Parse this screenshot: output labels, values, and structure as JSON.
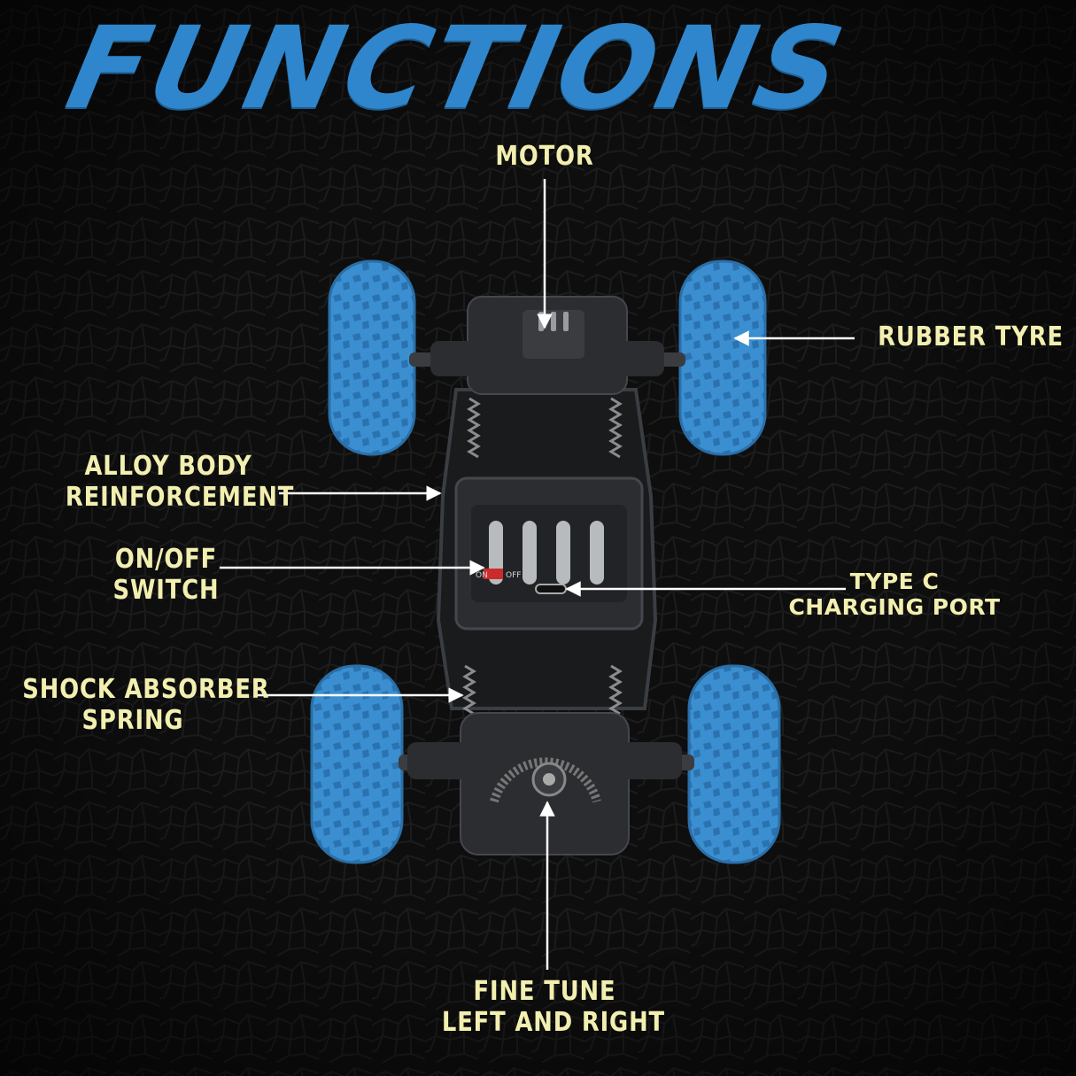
{
  "title": "Functions",
  "labels": {
    "motor": "MOTOR",
    "rubber_tyre": "RUBBER TYRE",
    "alloy_body": [
      "ALLOY BODY",
      "REINFORCEMENT"
    ],
    "on_off": [
      "ON/OFF",
      "SWITCH"
    ],
    "type_c": [
      "TYPE C",
      "CHARGING PORT"
    ],
    "shock_absorber": [
      "SHOCK ABSORBER",
      "SPRING"
    ],
    "fine_tune": [
      "FINE TUNE",
      "LEFT AND RIGHT"
    ]
  },
  "switch_marks": {
    "on": "ON",
    "off": "OFF"
  },
  "colors": {
    "background": "#0d0d0d",
    "title": "#2f86cc",
    "label": "#f2efb0",
    "tyre": "#3b8fd0",
    "chassis": "#2b2d30"
  }
}
